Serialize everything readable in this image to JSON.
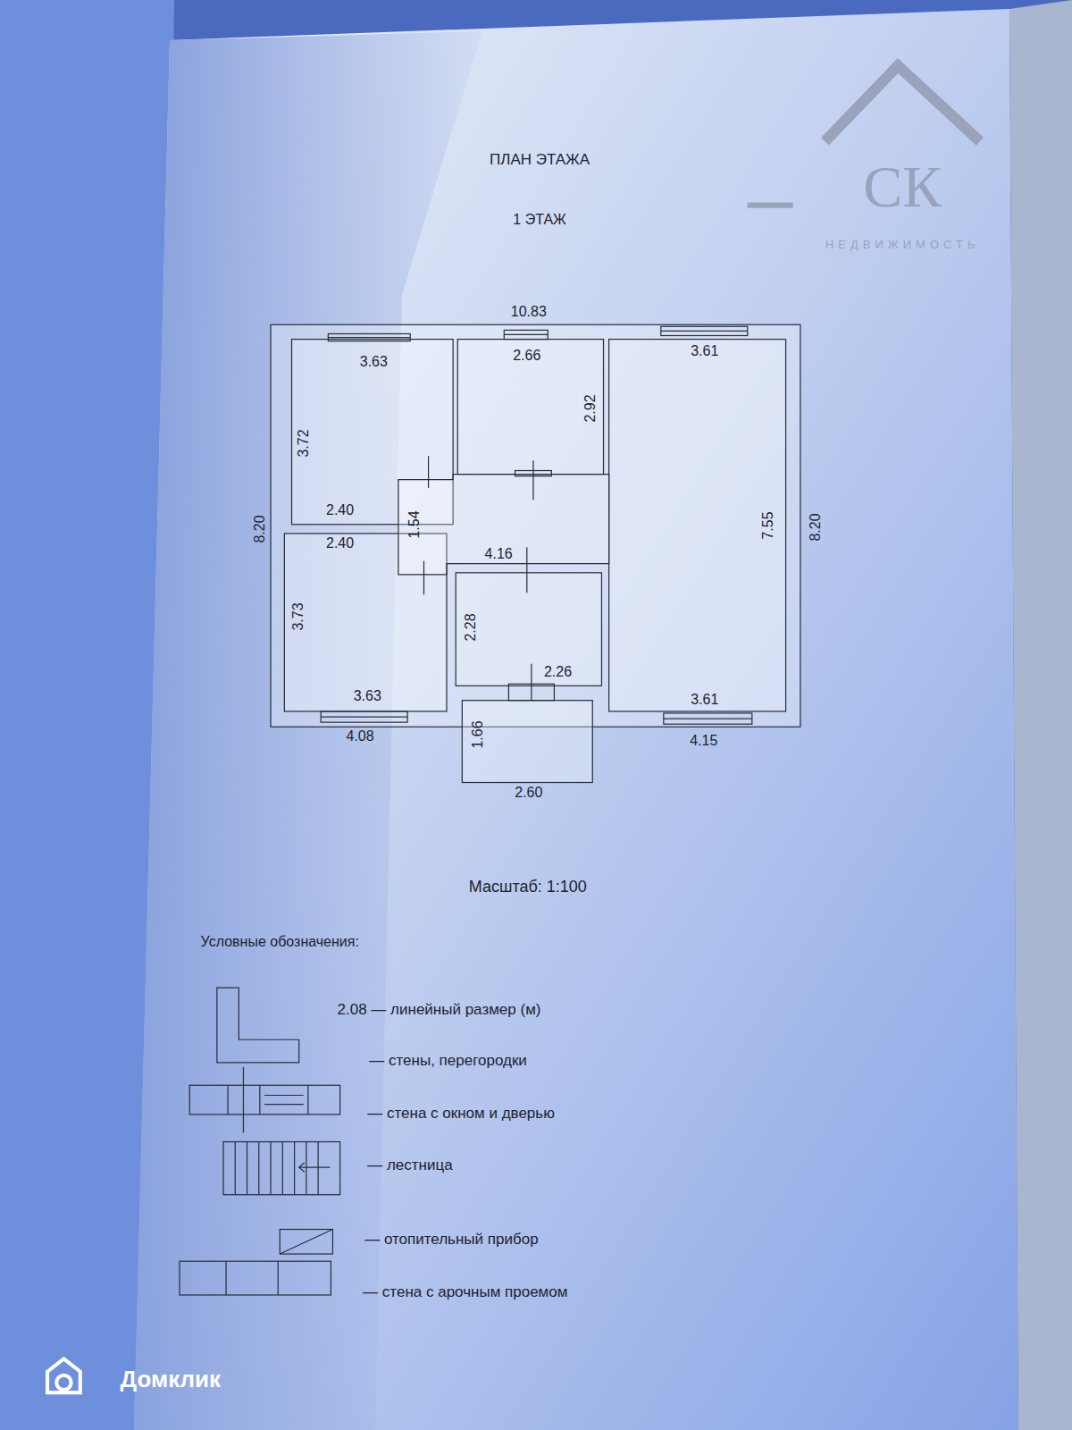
{
  "diagram": {
    "title": "ПЛАН ЭТАЖА",
    "nodes": [
      {
        "text": [
          "3.63",
          "3.72",
          "2.40"
        ]
      },
      {
        "text": [
          "2.66",
          "2.92"
        ]
      },
      {
        "text": [
          "3.61",
          "7.55",
          "3.61"
        ]
      },
      {
        "text": [
          "1.54",
          "4.16"
        ]
      },
      {
        "text": [
          "2.40",
          "3.73",
          "3.63"
        ]
      },
      {
        "text": [
          "2.28",
          "2.26"
        ]
      },
      {
        "text": [
          "1.66",
          "2.60"
        ]
      }
    ],
    "labels": [
      "СК",
      "НЕДВИЖИМОСТЬ",
      "1 ЭТАЖ",
      "10.83",
      "8.20",
      "8.20",
      "4.08",
      "4.15",
      "Масштаб: 1:100",
      "Условные обозначения:",
      "Домклик"
    ],
    "legend": [
      {
        "text": "2.08 — линейный размер (м)"
      },
      {
        "text": "— стены, перегородки"
      },
      {
        "text": "— стена с окном и дверью"
      },
      {
        "text": "— лестница"
      },
      {
        "text": "— отопительный прибор"
      },
      {
        "text": "— стена с арочным проемом"
      }
    ]
  }
}
